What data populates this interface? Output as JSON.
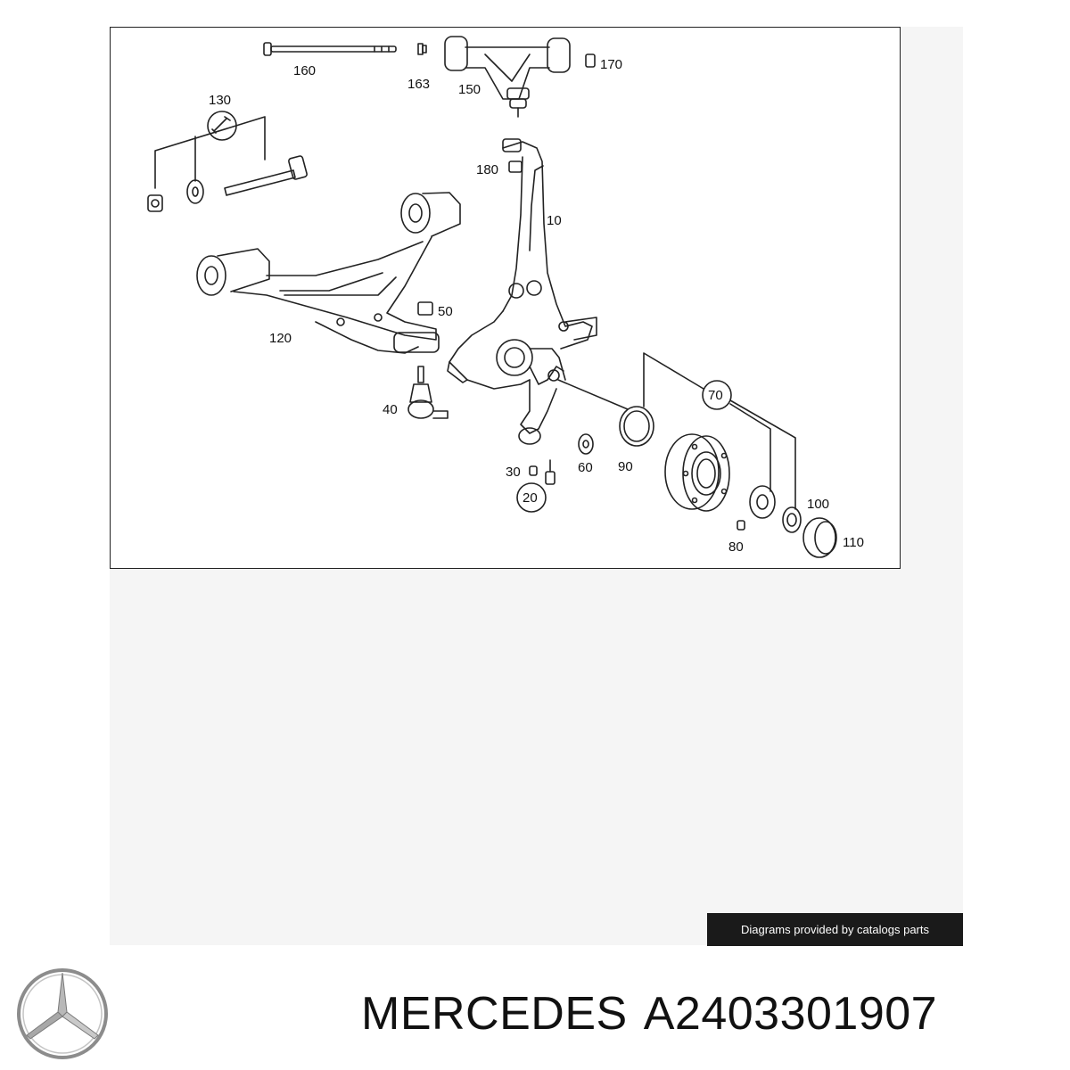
{
  "diagram": {
    "part_labels": {
      "p10": "10",
      "p20": "20",
      "p30": "30",
      "p40": "40",
      "p50": "50",
      "p60": "60",
      "p70": "70",
      "p80": "80",
      "p90": "90",
      "p100": "100",
      "p110": "110",
      "p120": "120",
      "p130": "130",
      "p150": "150",
      "p160": "160",
      "p163": "163",
      "p170": "170",
      "p180": "180"
    }
  },
  "credit": "Diagrams provided by catalogs parts",
  "footer": {
    "brand": "MERCEDES",
    "part_number": "A2403301907"
  },
  "logo_icon": "mercedes-star-icon",
  "colors": {
    "line": "#222222",
    "banner_bg": "#1a1a1a",
    "page_bg": "#ffffff",
    "backdrop": "#f5f5f5"
  }
}
